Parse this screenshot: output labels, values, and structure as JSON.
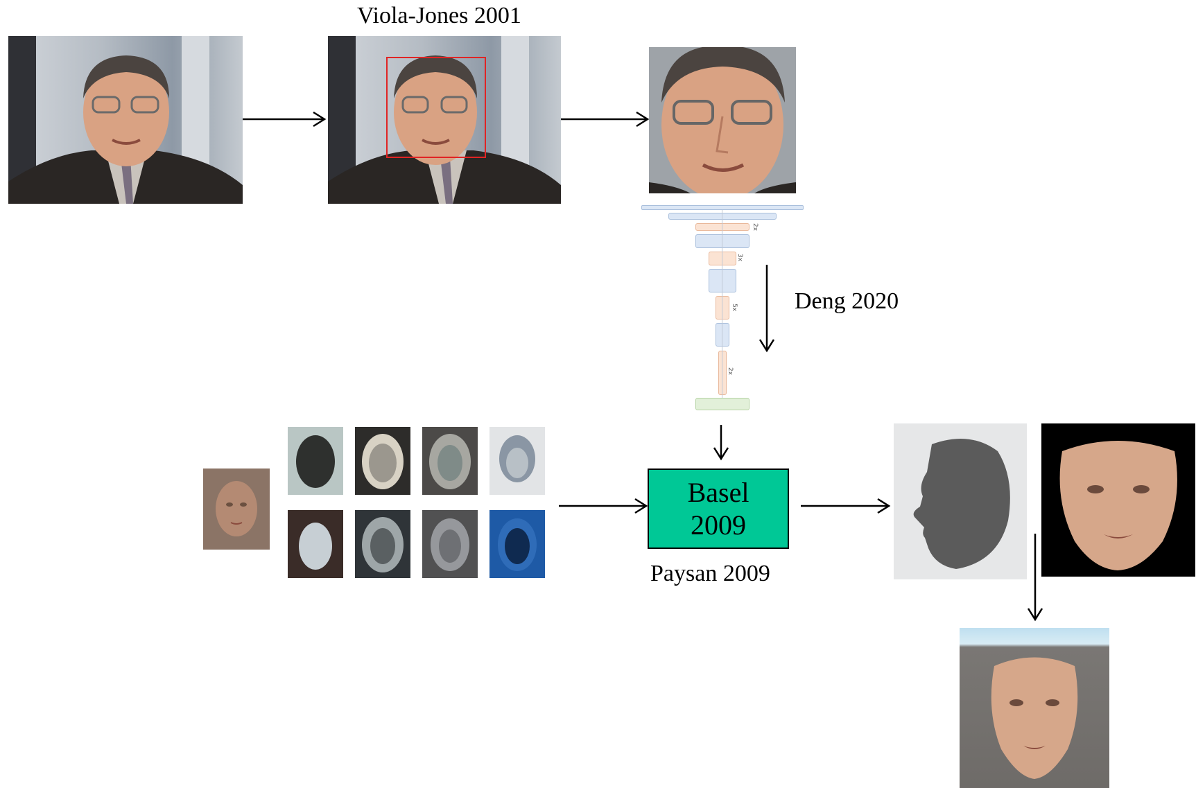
{
  "labels": {
    "viola_jones": "Viola-Jones 2001",
    "deng": "Deng 2020",
    "paysan": "Paysan 2009",
    "basel_line1": "Basel",
    "basel_line2": "2009"
  },
  "network": {
    "repeat_labels": [
      "2x",
      "3x",
      "5x",
      "2x"
    ]
  },
  "colors": {
    "basel_box": "#00c896",
    "detection_box": "#e02424",
    "net_blue": "#dbe6f5",
    "net_blue_border": "#a9bfdc",
    "net_orange": "#fbe3d3",
    "net_orange_border": "#e9b89a",
    "net_green": "#e2f0d9",
    "net_green_border": "#b5d3a3",
    "arrow": "#000000"
  },
  "icons": {
    "arrow": "right-arrow-icon"
  }
}
